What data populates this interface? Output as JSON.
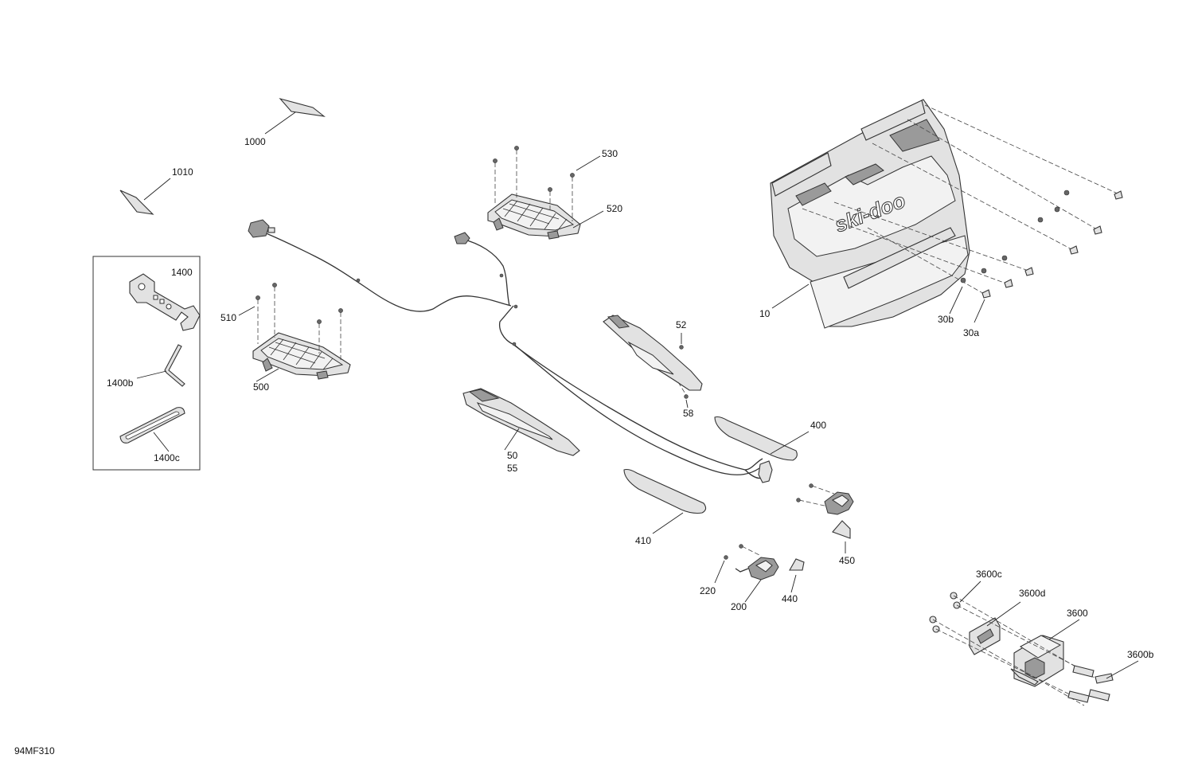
{
  "figure_code": "94MF310",
  "brand_logo_text": "ski-doo",
  "callouts": {
    "c1000": "1000",
    "c1010": "1010",
    "c530": "530",
    "c520": "520",
    "c1400": "1400",
    "c1400b": "1400b",
    "c1400c": "1400c",
    "c510": "510",
    "c500": "500",
    "c52": "52",
    "c58": "58",
    "c50": "50",
    "c55": "55",
    "c10": "10",
    "c30b": "30b",
    "c30a": "30a",
    "c400": "400",
    "c410": "410",
    "c450": "450",
    "c440": "440",
    "c220": "220",
    "c200": "200",
    "c3600c": "3600c",
    "c3600d": "3600d",
    "c3600": "3600",
    "c3600b": "3600b"
  }
}
